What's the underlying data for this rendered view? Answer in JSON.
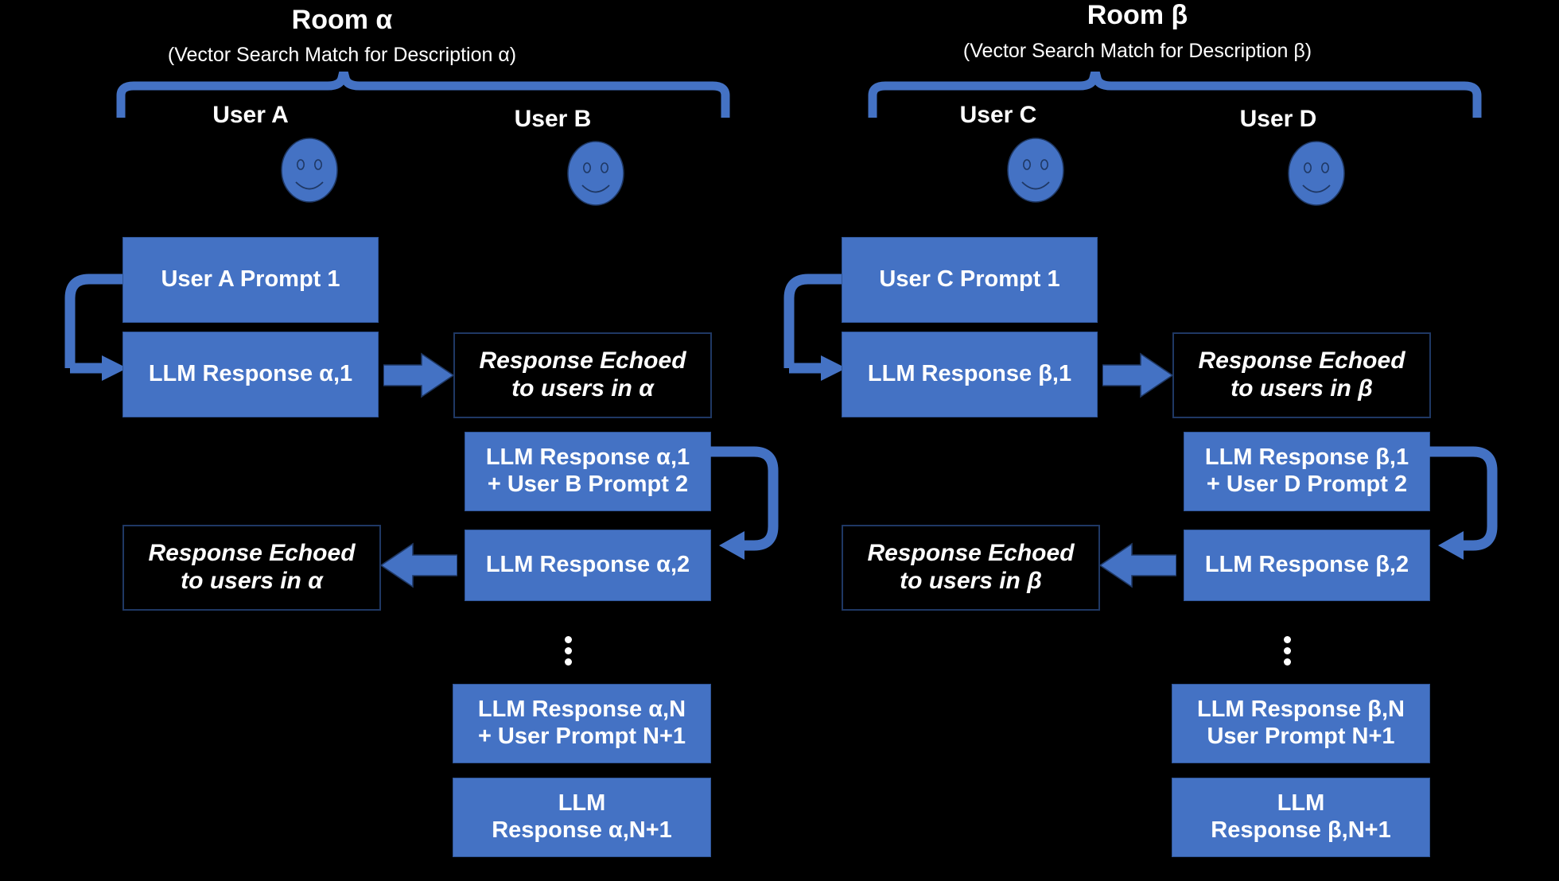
{
  "accent_blue": "#4472C4",
  "accent_blue_dark": "#2F5597",
  "outline_navy": "#1F3864",
  "background": "#000000",
  "text_white": "#FFFFFF",
  "rooms": [
    {
      "id": "alpha",
      "title": "Room α",
      "subtitle": "(Vector Search Match for Description α)",
      "users": [
        {
          "label": "User A",
          "avatar": "smiley-face-icon"
        },
        {
          "label": "User B",
          "avatar": "smiley-face-icon"
        }
      ],
      "boxes": {
        "user_prompt_1": "User A Prompt 1",
        "llm_response_1": "LLM Response α,1",
        "echo_1_line1": "Response Echoed",
        "echo_1_line2": "to users in α",
        "context_2_line1": "LLM Response α,1",
        "context_2_line2": "+ User B Prompt 2",
        "llm_response_2": "LLM Response α,2",
        "echo_2_line1": "Response Echoed",
        "echo_2_line2": "to users in α",
        "context_n_line1": "LLM Response α,N",
        "context_n_line2": "+ User Prompt N+1",
        "llm_response_n1_line1": "LLM",
        "llm_response_n1_line2": "Response α,N+1"
      },
      "ellipsis": "⋮"
    },
    {
      "id": "beta",
      "title": "Room β",
      "subtitle": "(Vector Search Match for Description β)",
      "users": [
        {
          "label": "User C",
          "avatar": "smiley-face-icon"
        },
        {
          "label": "User D",
          "avatar": "smiley-face-icon"
        }
      ],
      "boxes": {
        "user_prompt_1": "User C Prompt 1",
        "llm_response_1": "LLM Response β,1",
        "echo_1_line1": "Response Echoed",
        "echo_1_line2": "to users in β",
        "context_2_line1": "LLM Response β,1",
        "context_2_line2": "+ User D Prompt 2",
        "llm_response_2": "LLM Response β,2",
        "echo_2_line1": "Response Echoed",
        "echo_2_line2": "to users in β",
        "context_n_line1": "LLM Response β,N",
        "context_n_line2": "User Prompt N+1",
        "llm_response_n1_line1": "LLM",
        "llm_response_n1_line2": "Response β,N+1"
      },
      "ellipsis": "⋮"
    }
  ]
}
